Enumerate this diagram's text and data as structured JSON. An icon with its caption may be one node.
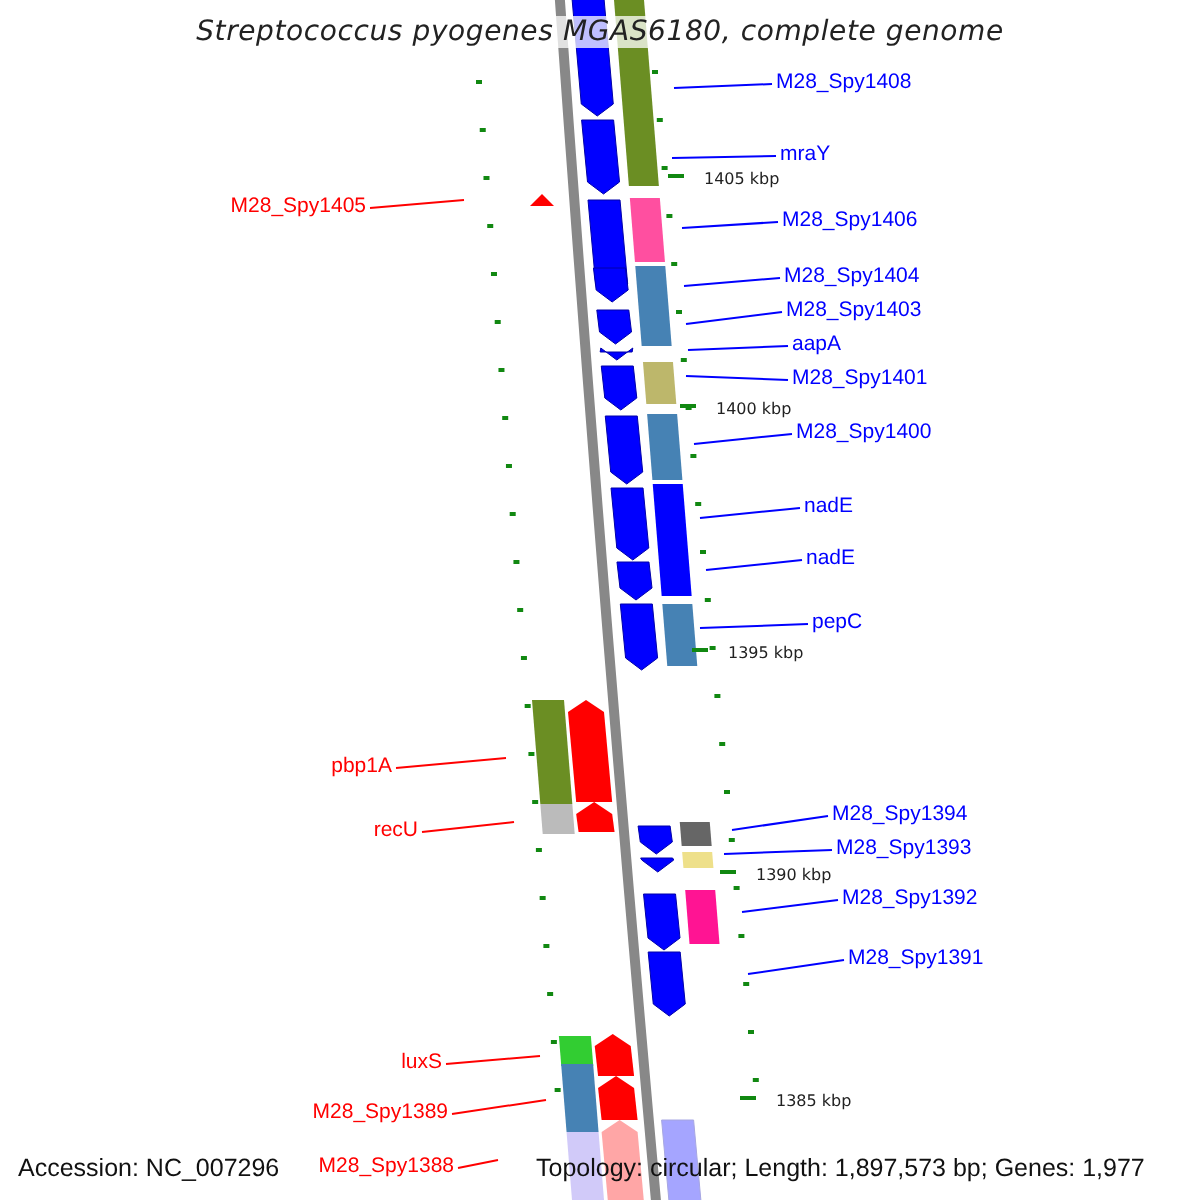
{
  "diagram": {
    "title": "Streptococcus pyogenes MGAS6180, complete genome",
    "nodes": [
      {
        "text": [
          "M28_Spy1408"
        ]
      },
      {
        "text": [
          "mraY"
        ]
      },
      {
        "text": [
          "M28_Spy1405"
        ]
      },
      {
        "text": [
          "M28_Spy1406"
        ]
      },
      {
        "text": [
          "M28_Spy1404"
        ]
      },
      {
        "text": [
          "M28_Spy1403"
        ]
      },
      {
        "text": [
          "aapA"
        ]
      },
      {
        "text": [
          "M28_Spy1401"
        ]
      },
      {
        "text": [
          "M28_Spy1400"
        ]
      },
      {
        "text": [
          "nadE"
        ]
      },
      {
        "text": [
          "nadE"
        ]
      },
      {
        "text": [
          "pepC"
        ]
      },
      {
        "text": [
          "pbp1A"
        ]
      },
      {
        "text": [
          "M28_Spy1394"
        ]
      },
      {
        "text": [
          "recU"
        ]
      },
      {
        "text": [
          "M28_Spy1393"
        ]
      },
      {
        "text": [
          "M28_Spy1392"
        ]
      },
      {
        "text": [
          "M28_Spy1391"
        ]
      },
      {
        "text": [
          "luxS"
        ]
      },
      {
        "text": [
          "M28_Spy1389"
        ]
      },
      {
        "text": [
          "M28_Spy1388"
        ]
      }
    ],
    "edges": [
      {
        "from": 0,
        "to": null,
        "arrow": "none"
      },
      {
        "from": 1,
        "to": null,
        "arrow": "none"
      },
      {
        "from": 2,
        "to": null,
        "arrow": "none",
        "color": "#ff0000"
      },
      {
        "from": 3,
        "to": null,
        "arrow": "none"
      },
      {
        "from": 4,
        "to": null,
        "arrow": "none"
      },
      {
        "from": 5,
        "to": null,
        "arrow": "none"
      },
      {
        "from": 6,
        "to": null,
        "arrow": "none"
      },
      {
        "from": 7,
        "to": null,
        "arrow": "none"
      },
      {
        "from": 8,
        "to": null,
        "arrow": "none"
      },
      {
        "from": 9,
        "to": null,
        "arrow": "none"
      },
      {
        "from": 10,
        "to": null,
        "arrow": "none"
      },
      {
        "from": 11,
        "to": null,
        "arrow": "none"
      },
      {
        "from": 12,
        "to": null,
        "arrow": "none",
        "color": "#ff0000"
      },
      {
        "from": 13,
        "to": null,
        "arrow": "none"
      },
      {
        "from": 14,
        "to": null,
        "arrow": "none",
        "color": "#ff0000"
      },
      {
        "from": 15,
        "to": null,
        "arrow": "none"
      },
      {
        "from": 16,
        "to": null,
        "arrow": "none"
      },
      {
        "from": 17,
        "to": null,
        "arrow": "none"
      },
      {
        "from": 18,
        "to": null,
        "arrow": "none",
        "color": "#ff0000"
      },
      {
        "from": 19,
        "to": null,
        "arrow": "none",
        "color": "#ff0000"
      },
      {
        "from": 20,
        "to": null,
        "arrow": "none",
        "color": "#ff0000"
      }
    ],
    "labels": [
      "1405 kbp",
      "1400 kbp",
      "1395 kbp",
      "1390 kbp",
      "1385 kbp",
      "Accession: NC_007296",
      "Topology: circular; Length: 1,897,573 bp; Genes: 1,977"
    ]
  }
}
